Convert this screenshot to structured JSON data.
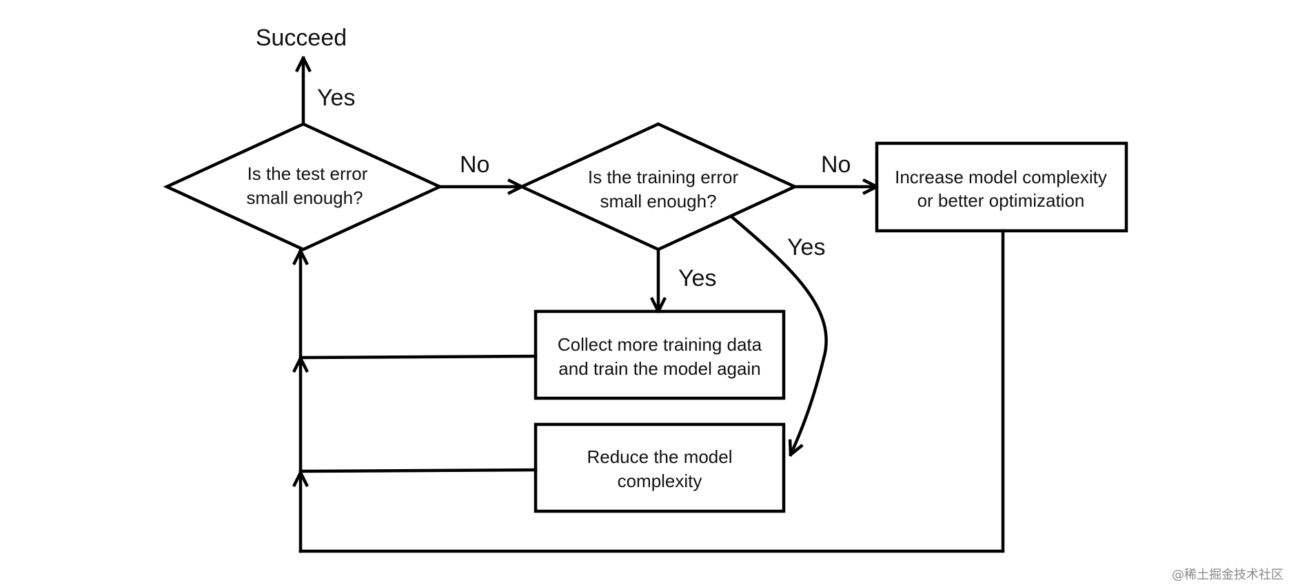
{
  "nodes": {
    "succeed": "Succeed",
    "test_decision": [
      "Is the test error",
      "small enough?"
    ],
    "train_decision": [
      "Is the training error",
      "small enough?"
    ],
    "increase_box": [
      "Increase model complexity",
      "or better optimization"
    ],
    "collect_box": [
      "Collect more training data",
      "and train the model again"
    ],
    "reduce_box": [
      "Reduce the model",
      "complexity"
    ]
  },
  "edges": {
    "test_yes": "Yes",
    "test_no": "No",
    "train_no": "No",
    "train_yes_down": "Yes",
    "train_yes_curve": "Yes"
  },
  "watermark": "@稀土掘金技术社区"
}
